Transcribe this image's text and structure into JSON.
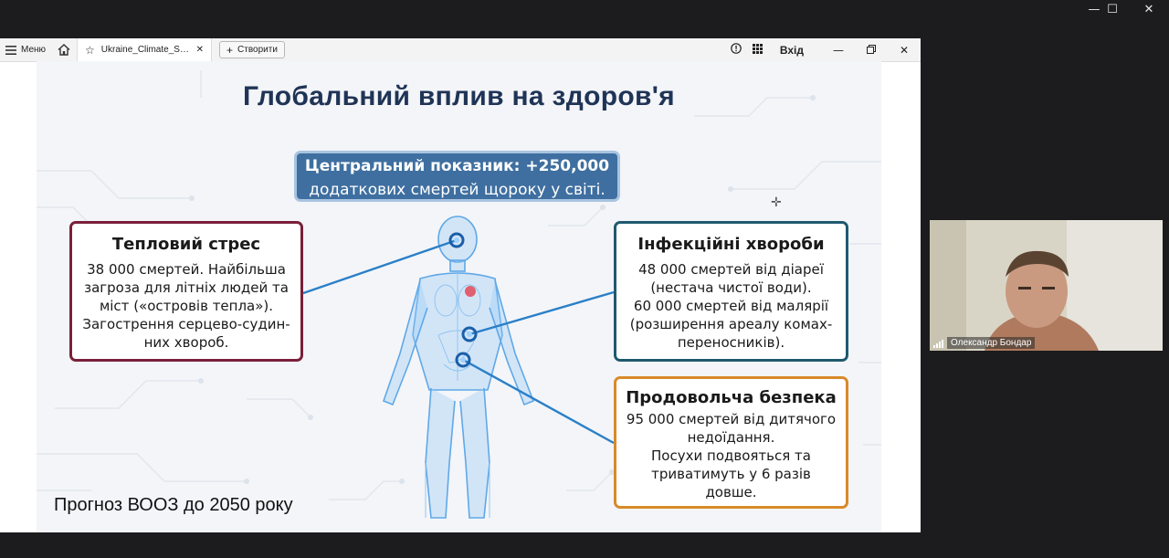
{
  "window": {
    "controls": [
      "—",
      "☐",
      "✕"
    ]
  },
  "toolbar": {
    "menu_label": "Меню",
    "tab_title": "Ukraine_Climate_Str...",
    "create_label": "Створити",
    "enter_label": "Вхід"
  },
  "slide": {
    "title": "Глобальний вплив на здоров'я",
    "central": {
      "line1": "Центральний показник: +250,000",
      "line2": "додаткових смертей щороку у світі."
    },
    "heat": {
      "title": "Тепловий стрес",
      "body": "38 000 смертей. Найбільша\nзагроза для літніх людей та\nміст («островів тепла»).\nЗагострення серцево-судин-\nних хвороб."
    },
    "infection": {
      "title": "Інфекційні хвороби",
      "body": "48 000 смертей від діареї\n(нестача чистої води).\n60 000 смертей від малярії\n(розширення ареалу комах-\nпереносників)."
    },
    "food": {
      "title": "Продовольча безпека",
      "body": "95 000 смертей від дитячого\nнедоїдання.\nПосухи подвояться та\nтриватимуть у 6 разів\nдовше."
    },
    "forecast": "Прогноз ВООЗ до 2050 року"
  },
  "participant": {
    "name": "Олександр Бондар"
  },
  "colors": {
    "title": "#1f3456",
    "central_fill": "#3f6fa0",
    "heat_border": "#7a1f3a",
    "infection_border": "#1f5a6e",
    "food_border": "#d98a2a",
    "connector": "#2a7fc8"
  },
  "icons": [
    "menu-icon",
    "home-icon",
    "star-icon",
    "close-tab-icon",
    "plus-icon",
    "help-icon",
    "grid-icon",
    "minimize-icon",
    "restore-icon",
    "close-icon",
    "signal-icon",
    "crosshair-cursor-icon"
  ]
}
